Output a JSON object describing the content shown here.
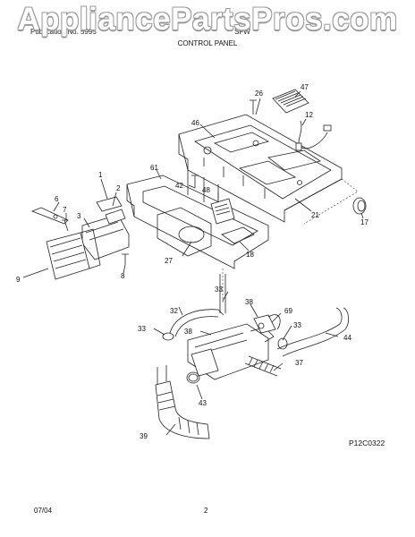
{
  "header": {
    "left": "Publication No. 5995",
    "right": "SFW",
    "section": "CONTROL PANEL"
  },
  "watermark": "AppliancePartsPros.com",
  "figure_code": "P12C0322",
  "footer": {
    "date": "07/04",
    "page": "2"
  },
  "callouts": {
    "c1": "1",
    "c2": "2",
    "c3": "3",
    "c6": "6",
    "c7": "7",
    "c8": "8",
    "c9": "9",
    "c12": "12",
    "c17": "17",
    "c18": "18",
    "c21": "21",
    "c26": "26",
    "c27": "27",
    "c32": "32",
    "c33a": "33",
    "c33b": "33",
    "c33c": "33",
    "c37": "37",
    "c38a": "38",
    "c38b": "38",
    "c39": "39",
    "c42": "42",
    "c43": "43",
    "c44": "44",
    "c46": "46",
    "c47": "47",
    "c48": "48",
    "c61": "61",
    "c69": "69"
  }
}
